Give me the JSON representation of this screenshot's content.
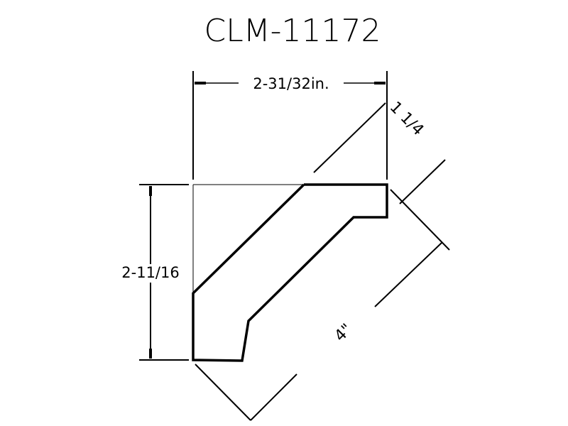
{
  "title": "CLM-11172",
  "dimensions": {
    "width": "2-31/32in.",
    "height": "2-11/16",
    "depth": "1 1/4",
    "length": "4\""
  },
  "colors": {
    "line": "#000000",
    "background": "#ffffff"
  }
}
